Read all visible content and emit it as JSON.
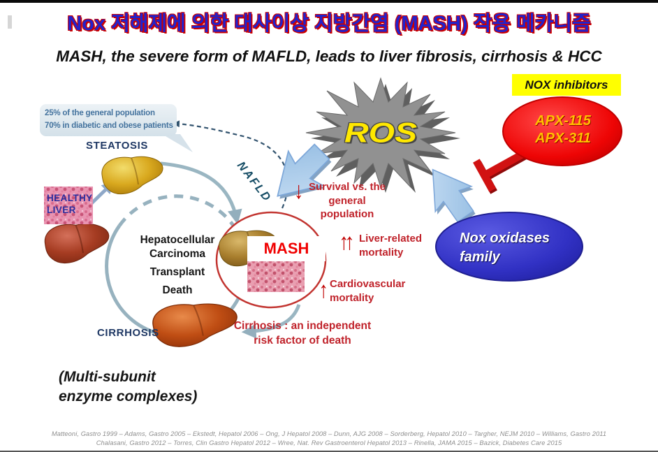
{
  "slide": {
    "title": "Nox 저해제에 의한 대사이상 지방간염 (MASH) 작용 메카니즘",
    "subtitle": "MASH, the severe form of MAFLD, leads to liver fibrosis, cirrhosis & HCC"
  },
  "diagram": {
    "ros": "ROS",
    "nafld": "NAFLD",
    "mash": "MASH",
    "steatosis": "STEATOSIS",
    "cirrhosis": "CIRRHOSIS",
    "healthy_liver": {
      "line1": "HEALTHY",
      "line2": "LIVER"
    },
    "prevalence": {
      "line1": "25% of the general population",
      "line2": "70% in diabetic and obese patients"
    },
    "cycle": {
      "line1": "Hepatocellular",
      "line2": "Carcinoma",
      "line3": "Transplant",
      "line4": "Death"
    },
    "survival": {
      "arrow": "↓",
      "line1": "Survival vs. the",
      "line2": "general population"
    },
    "liver_mortality": {
      "arrow": "↑↑",
      "line1": "Liver-related",
      "line2": "mortality"
    },
    "cardio_mortality": {
      "arrow": "↑",
      "line1": "Cardiovascular",
      "line2": "mortality"
    },
    "cirrhosis_note": {
      "line1": "Cirrhosis : an independent",
      "line2": "risk factor of death"
    },
    "nox_inhibitors": "NOX inhibitors",
    "apx": {
      "line1": "APX-115",
      "line2": "APX-311"
    },
    "nox_family": {
      "line1": "Nox oxidases",
      "line2": "family"
    },
    "multi_subunit": {
      "line1": "(Multi-subunit",
      "line2": "enzyme complexes)"
    }
  },
  "references": {
    "line1": "Matteoni, Gastro 1999 – Adams, Gastro 2005 – Ekstedt, Hepatol 2006 – Ong, J Hepatol 2008 – Dunn, AJG 2008 – Sorderberg, Hepatol 2010 – Targher, NEJM 2010 – Williams, Gastro 2011",
    "line2": "Chalasani, Gastro 2012 – Torres, Clin Gastro Hepatol 2012 – Wree, Nat. Rev Gastroenterol Hepatol 2013 – Rinella, JAMA 2015 – Bazick, Diabetes Care 2015"
  },
  "colors": {
    "title_blue": "#2222CC",
    "title_outline_red": "#CC0000",
    "annotation_red": "#C0222A",
    "label_navy": "#1F3864",
    "nox_inhibitors_bg": "#FFFF00",
    "apx_ellipse_red": "#EE0505",
    "apx_text_yellow": "#FFC000",
    "nox_family_blue": "#3131C4",
    "ros_gray": "#8C8C8C",
    "ros_text_yellow": "#FFE800",
    "arrow_light_blue": "#A8CBEA",
    "cycle_arrow_gray": "#97B2BF"
  }
}
